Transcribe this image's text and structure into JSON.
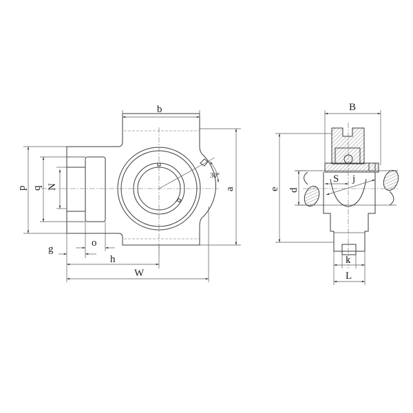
{
  "drawing": {
    "title": "Take-up bearing unit dimension drawing",
    "front_view": {
      "labels": {
        "b": "b",
        "a": "a",
        "p": "p",
        "q": "q",
        "N": "N",
        "g": "g",
        "o": "o",
        "h": "h",
        "w": "W",
        "angle": "30°"
      }
    },
    "side_view": {
      "labels": {
        "B": "B",
        "e": "e",
        "d": "d",
        "S": "S",
        "j": "j",
        "k": "k",
        "L": "L"
      }
    }
  }
}
